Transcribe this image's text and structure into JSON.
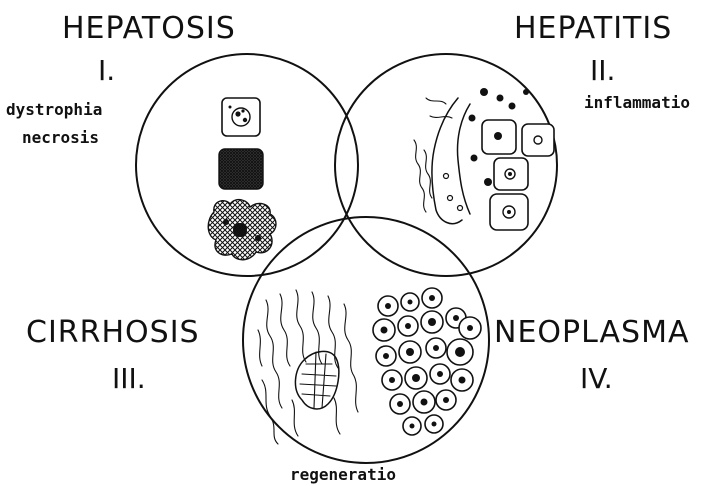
{
  "sections": [
    {
      "id": "hepatosis",
      "title": "HEPATOSIS",
      "numeral": "I.",
      "notes": [
        "dystrophia",
        "necrosis"
      ]
    },
    {
      "id": "hepatitis",
      "title": "HEPATITIS",
      "numeral": "II.",
      "notes": [
        "inflammatio"
      ]
    },
    {
      "id": "cirrhosis",
      "title": "CIRRHOSIS",
      "numeral": "III.",
      "notes": []
    },
    {
      "id": "neoplasma",
      "title": "NEOPLASMA",
      "numeral": "IV.",
      "notes": []
    }
  ],
  "bottom_note": "regeneratio",
  "colors": {
    "ink": "#111111",
    "paper": "#ffffff"
  }
}
